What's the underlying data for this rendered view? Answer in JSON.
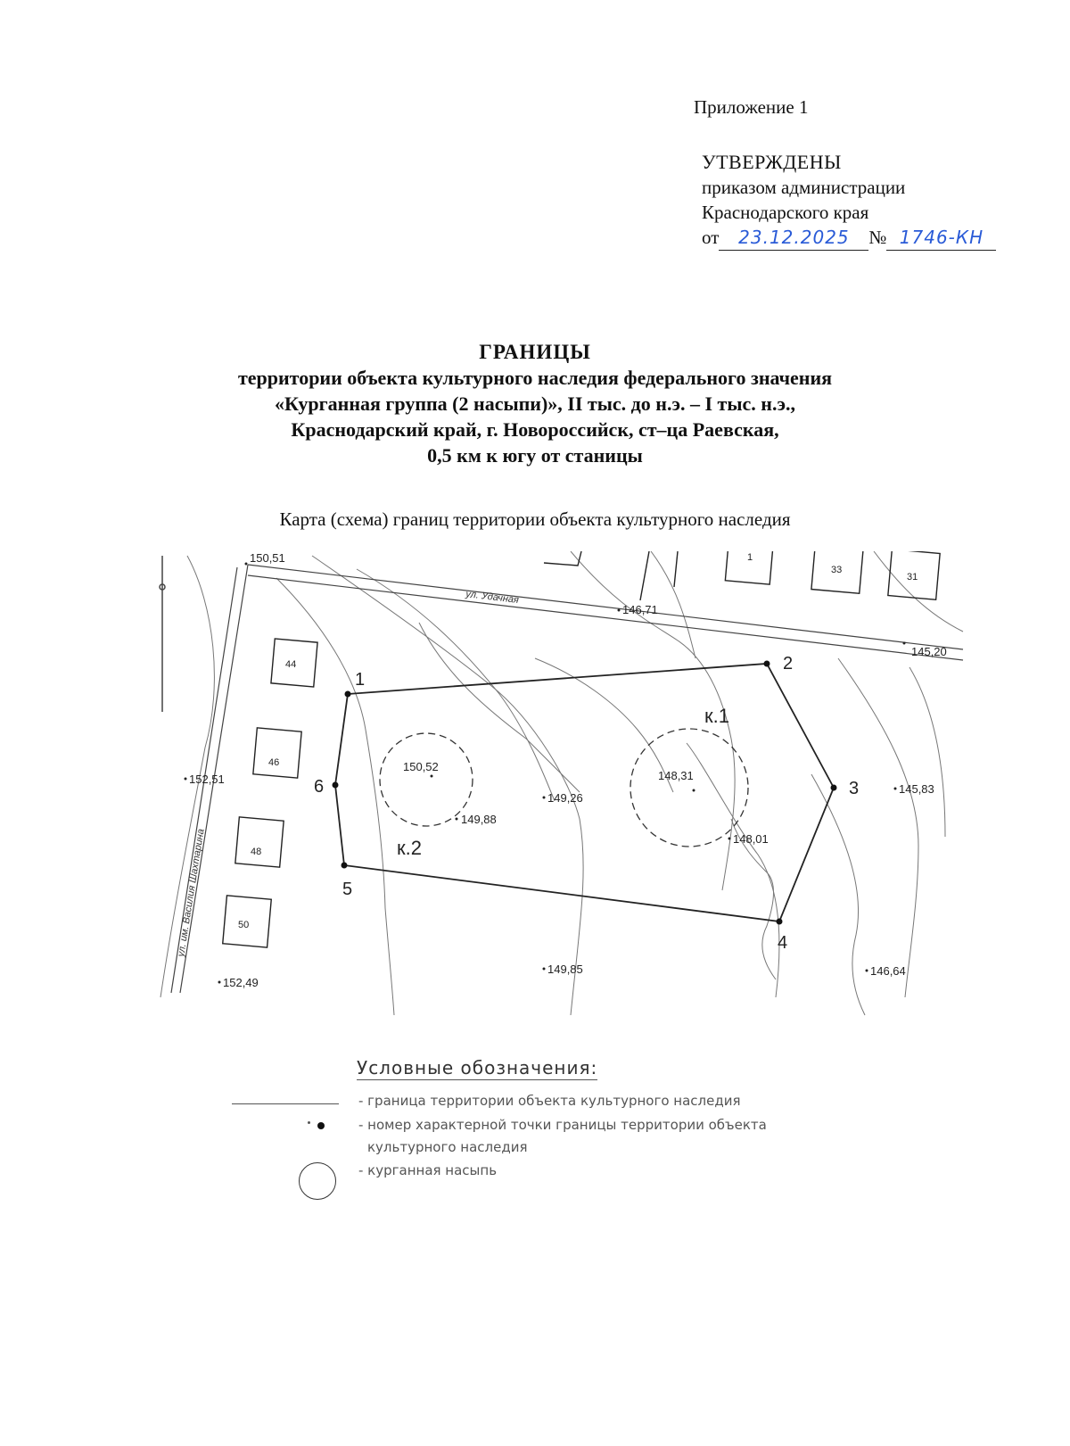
{
  "header": {
    "appendix": "Приложение 1",
    "approved_caption": "УТВЕРЖДЕНЫ",
    "approved_by_line1": "приказом администрации",
    "approved_by_line2": "Краснодарского края",
    "date_prefix": "от",
    "date_handwritten": "23.12.2025",
    "number_prefix": "№",
    "number_handwritten": "1746-КН"
  },
  "title": {
    "main": "ГРАНИЦЫ",
    "line1": "территории объекта культурного наследия федерального значения",
    "line2": "«Курганная группа (2 насыпи)», II тыс. до н.э. – I тыс. н.э.,",
    "line3": "Краснодарский край, г. Новороссийск, ст–ца Раевская,",
    "line4": "0,5 км к югу от станицы"
  },
  "subtitle": "Карта (схема) границ территории объекта культурного наследия",
  "map": {
    "street_top": "ул. Удачная",
    "street_left": "ул. им. Василия Шахтарина",
    "houses": [
      "44",
      "46",
      "48",
      "50",
      "1",
      "33",
      "31"
    ],
    "elevations": [
      "150,51",
      "146,71",
      "145,20",
      "152,51",
      "150,52",
      "149,88",
      "149,26",
      "148,31",
      "148,01",
      "145,83",
      "152,49",
      "149,85",
      "146,64"
    ],
    "boundary_points": [
      "1",
      "2",
      "3",
      "4",
      "5",
      "6"
    ],
    "mounds": [
      "к.1",
      "к.2"
    ]
  },
  "legend": {
    "title": "Условные обозначения:",
    "boundary": "- граница территории объекта культурного наследия",
    "point_line1": "- номер характерной точки границы территории объекта",
    "point_line2": "культурного наследия",
    "mound": "- курганная насыпь"
  }
}
